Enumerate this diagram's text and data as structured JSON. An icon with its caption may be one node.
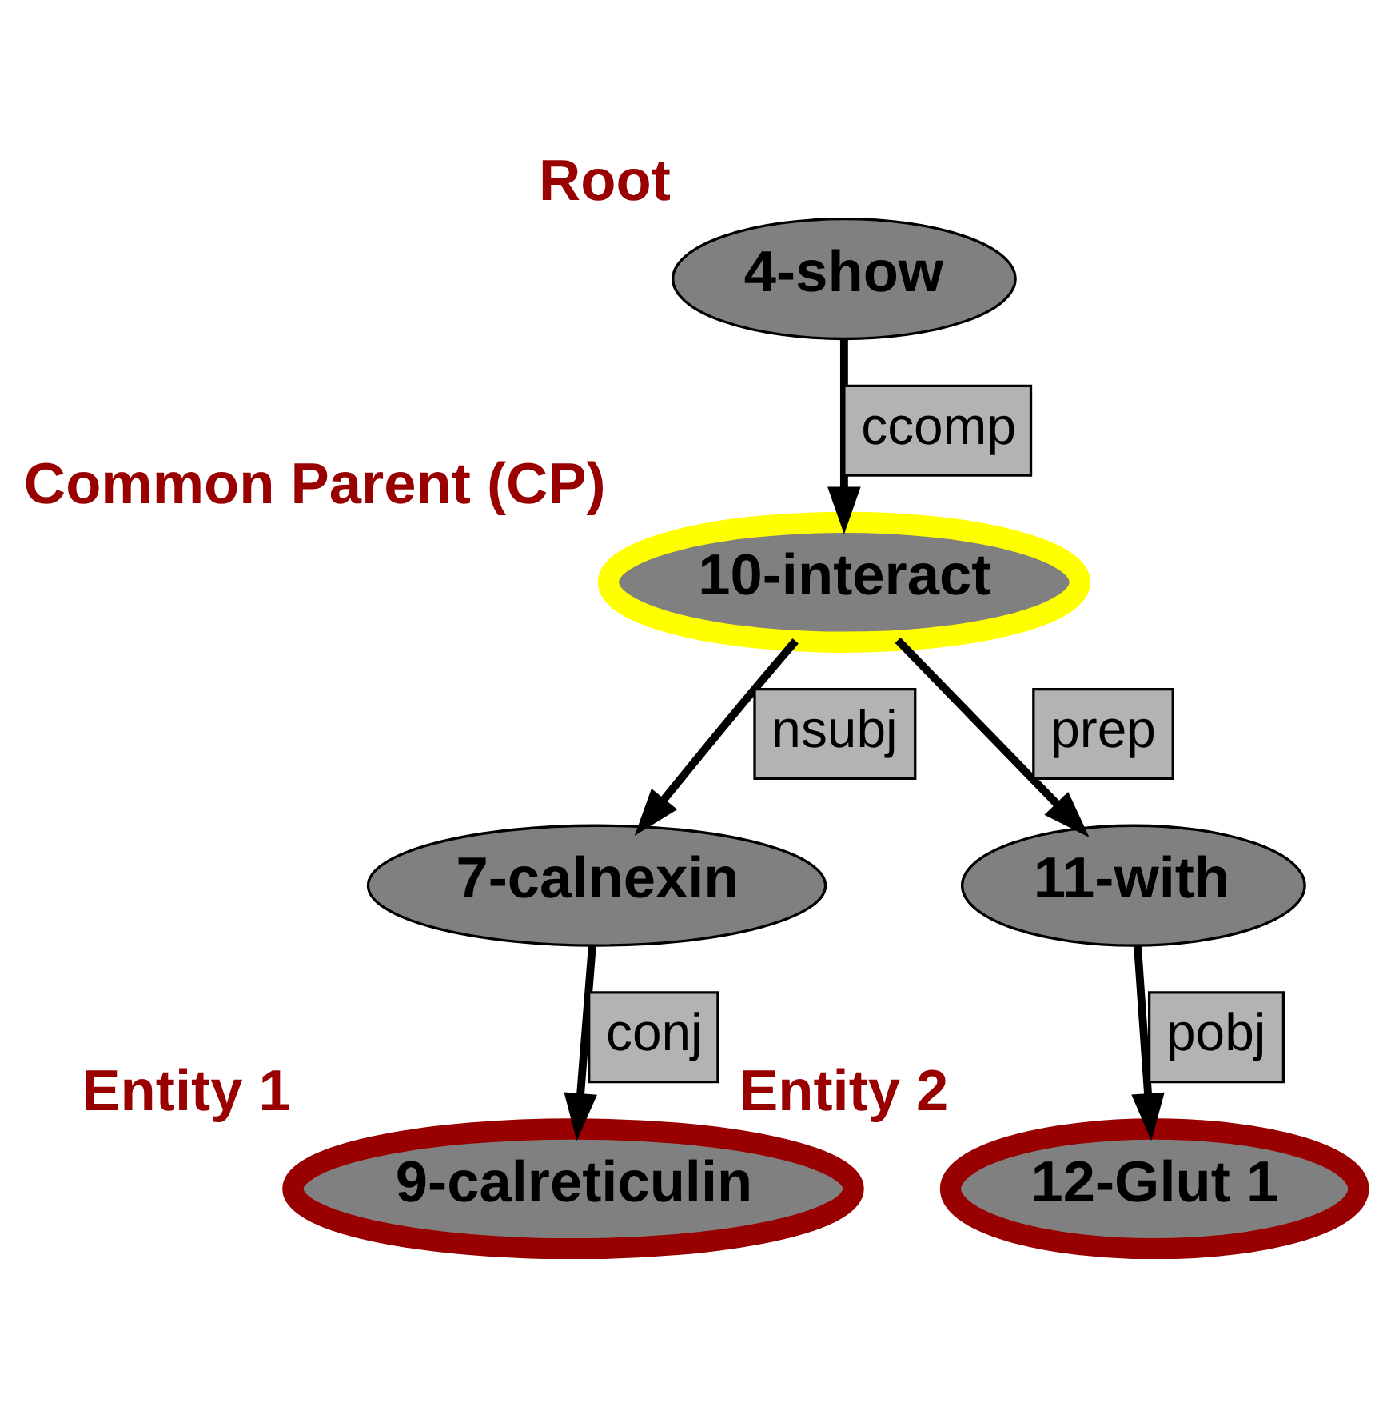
{
  "diagram": {
    "nodes": [
      {
        "text": [
          "4-show"
        ],
        "beside": [
          "Root"
        ]
      },
      {
        "text": [
          "10-interact"
        ],
        "beside": [
          "Common Parent (CP)"
        ]
      },
      {
        "text": [
          "7-calnexin"
        ]
      },
      {
        "text": [
          "11-with"
        ]
      },
      {
        "text": [
          "9-calreticulin"
        ],
        "beside": [
          "Entity 1"
        ]
      },
      {
        "text": [
          "12-Glut 1"
        ],
        "beside": [
          "Entity 2"
        ]
      }
    ],
    "edges": [
      {
        "from": 0,
        "to": 1,
        "arrow": "to",
        "label": "ccomp"
      },
      {
        "from": 1,
        "to": 2,
        "arrow": "to",
        "label": "nsubj"
      },
      {
        "from": 1,
        "to": 3,
        "arrow": "to",
        "label": "prep"
      },
      {
        "from": 2,
        "to": 4,
        "arrow": "to",
        "label": "conj"
      },
      {
        "from": 3,
        "to": 5,
        "arrow": "to",
        "label": "pobj"
      }
    ]
  }
}
